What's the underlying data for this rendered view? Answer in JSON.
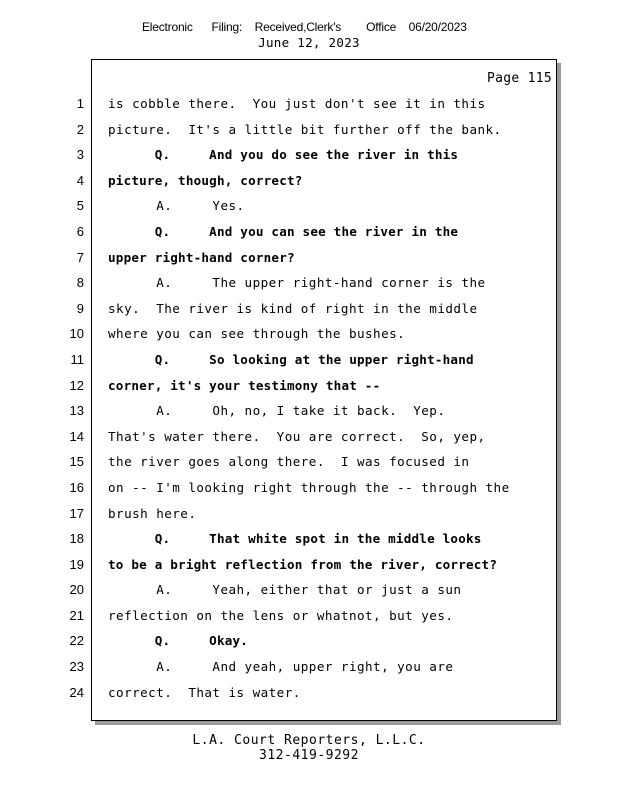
{
  "header": {
    "filing": "Electronic      Filing:    Received,Clerk's        Office    06/20/2023",
    "date": "June 12, 2023"
  },
  "page": {
    "label": "Page 115"
  },
  "lines": [
    {
      "num": "1",
      "text": "is cobble there.  You just don't see it in this",
      "bold": false
    },
    {
      "num": "2",
      "text": "picture.  It's a little bit further off the bank.",
      "bold": false
    },
    {
      "num": "3",
      "text": "      Q.     And you do see the river in this",
      "bold": true
    },
    {
      "num": "4",
      "text": "picture, though, correct?",
      "bold": true
    },
    {
      "num": "5",
      "text": "      A.     Yes.",
      "bold": false
    },
    {
      "num": "6",
      "text": "      Q.     And you can see the river in the",
      "bold": true
    },
    {
      "num": "7",
      "text": "upper right-hand corner?",
      "bold": true
    },
    {
      "num": "8",
      "text": "      A.     The upper right-hand corner is the",
      "bold": false
    },
    {
      "num": "9",
      "text": "sky.  The river is kind of right in the middle",
      "bold": false
    },
    {
      "num": "10",
      "text": "where you can see through the bushes.",
      "bold": false
    },
    {
      "num": "11",
      "text": "      Q.     So looking at the upper right-hand",
      "bold": true
    },
    {
      "num": "12",
      "text": "corner, it's your testimony that --",
      "bold": true
    },
    {
      "num": "13",
      "text": "      A.     Oh, no, I take it back.  Yep.",
      "bold": false
    },
    {
      "num": "14",
      "text": "That's water there.  You are correct.  So, yep,",
      "bold": false
    },
    {
      "num": "15",
      "text": "the river goes along there.  I was focused in",
      "bold": false
    },
    {
      "num": "16",
      "text": "on -- I'm looking right through the -- through the",
      "bold": false
    },
    {
      "num": "17",
      "text": "brush here.",
      "bold": false
    },
    {
      "num": "18",
      "text": "      Q.     That white spot in the middle looks",
      "bold": true
    },
    {
      "num": "19",
      "text": "to be a bright reflection from the river, correct?",
      "bold": true
    },
    {
      "num": "20",
      "text": "      A.     Yeah, either that or just a sun",
      "bold": false
    },
    {
      "num": "21",
      "text": "reflection on the lens or whatnot, but yes.",
      "bold": false
    },
    {
      "num": "22",
      "text": "      Q.     Okay.",
      "bold": true
    },
    {
      "num": "23",
      "text": "      A.     And yeah, upper right, you are",
      "bold": false
    },
    {
      "num": "24",
      "text": "correct.  That is water.",
      "bold": false
    }
  ],
  "footer": {
    "company": "L.A. Court Reporters, L.L.C.",
    "phone": "312-419-9292"
  }
}
